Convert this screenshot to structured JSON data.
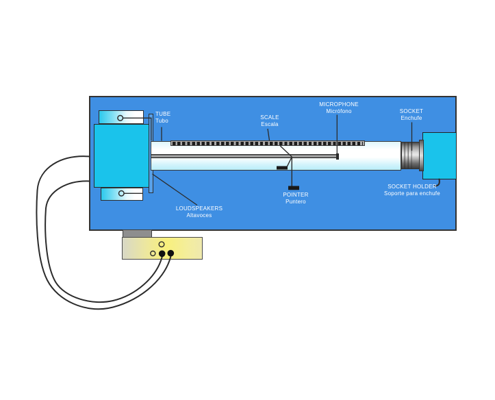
{
  "figure": {
    "background": "#FFFFFF",
    "panel_color": "#3F8FE3",
    "device_color": "#1AC3EB",
    "connector_color": "#F8F07C",
    "text_color": "#FFFFFF",
    "outline_color": "#2B2B2B"
  },
  "labels": {
    "tube": {
      "title": "TUBE",
      "subtitle": "Tubo"
    },
    "scale": {
      "title": "SCALE",
      "subtitle": "Escala"
    },
    "microphone": {
      "title": "MICROPHONE",
      "subtitle": "Micrófono"
    },
    "socket": {
      "title": "SOCKET",
      "subtitle": "Enchufe"
    },
    "socket_holder": {
      "title": "SOCKET HOLDER",
      "subtitle": "Soporte para enchufe"
    },
    "pointer": {
      "title": "POINTER",
      "subtitle": "Puntero"
    },
    "loudspeakers": {
      "title": "LOUDSPEAKERS",
      "subtitle": "Altavoces"
    }
  }
}
